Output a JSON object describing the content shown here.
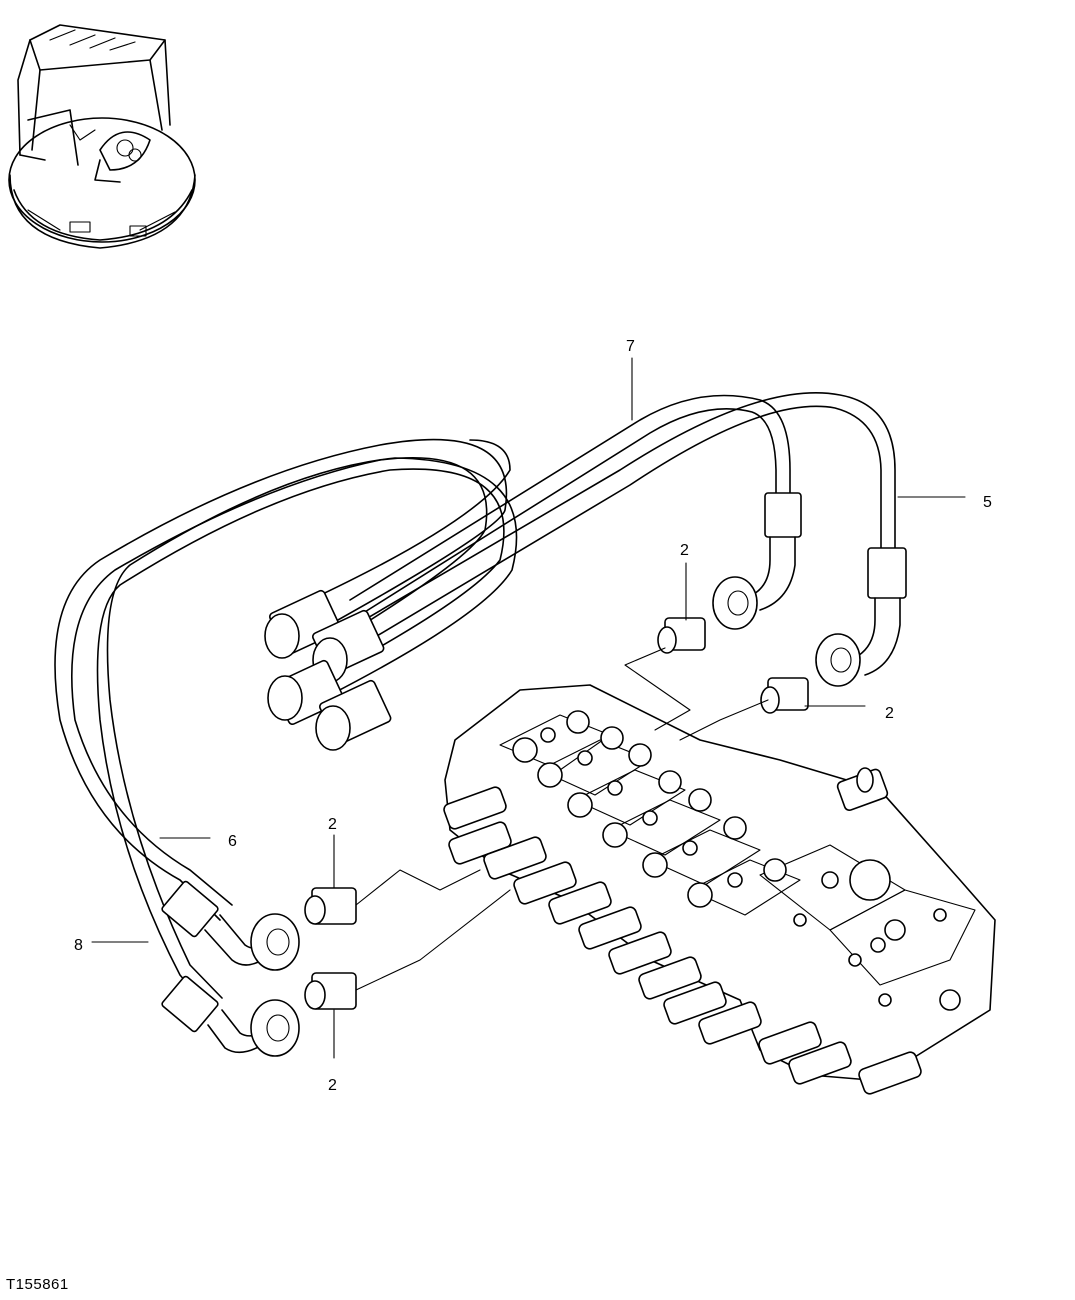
{
  "figure_id": "T155861",
  "callouts": [
    {
      "label": "7"
    },
    {
      "label": "5"
    },
    {
      "label": "2"
    },
    {
      "label": "2"
    },
    {
      "label": "6"
    },
    {
      "label": "2"
    },
    {
      "label": "8"
    },
    {
      "label": "2"
    }
  ]
}
